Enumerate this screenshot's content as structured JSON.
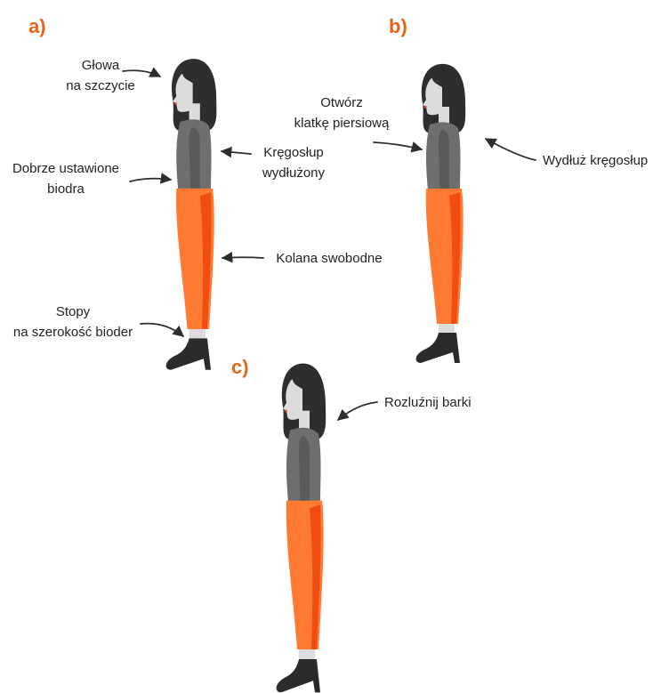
{
  "colors": {
    "accent": "#e8641b",
    "hair": "#2f2d2f",
    "skin": "#dcdcdc",
    "sweater": "#6e6e6e",
    "sweater_shade": "#5a5a5a",
    "pants": "#ff7a33",
    "pants_shade": "#ef4e10",
    "shoe": "#2b2b2b",
    "lips": "#e0442c",
    "text": "#222222"
  },
  "panels": [
    {
      "label": "a)",
      "annotations": [
        {
          "lines": [
            "Głowa",
            "na szczycie"
          ]
        },
        {
          "lines": [
            "Kręgosłup",
            "wydłużony"
          ]
        },
        {
          "lines": [
            "Dobrze ustawione",
            "biodra"
          ]
        },
        {
          "lines": [
            "Kolana swobodne"
          ]
        },
        {
          "lines": [
            "Stopy",
            "na szerokość bioder"
          ]
        }
      ]
    },
    {
      "label": "b)",
      "annotations": [
        {
          "lines": [
            "Otwórz",
            "klatkę piersiową"
          ]
        },
        {
          "lines": [
            "Wydłuż kręgosłup"
          ]
        }
      ]
    },
    {
      "label": "c)",
      "annotations": [
        {
          "lines": [
            "Rozluźnij barki"
          ]
        }
      ]
    }
  ]
}
